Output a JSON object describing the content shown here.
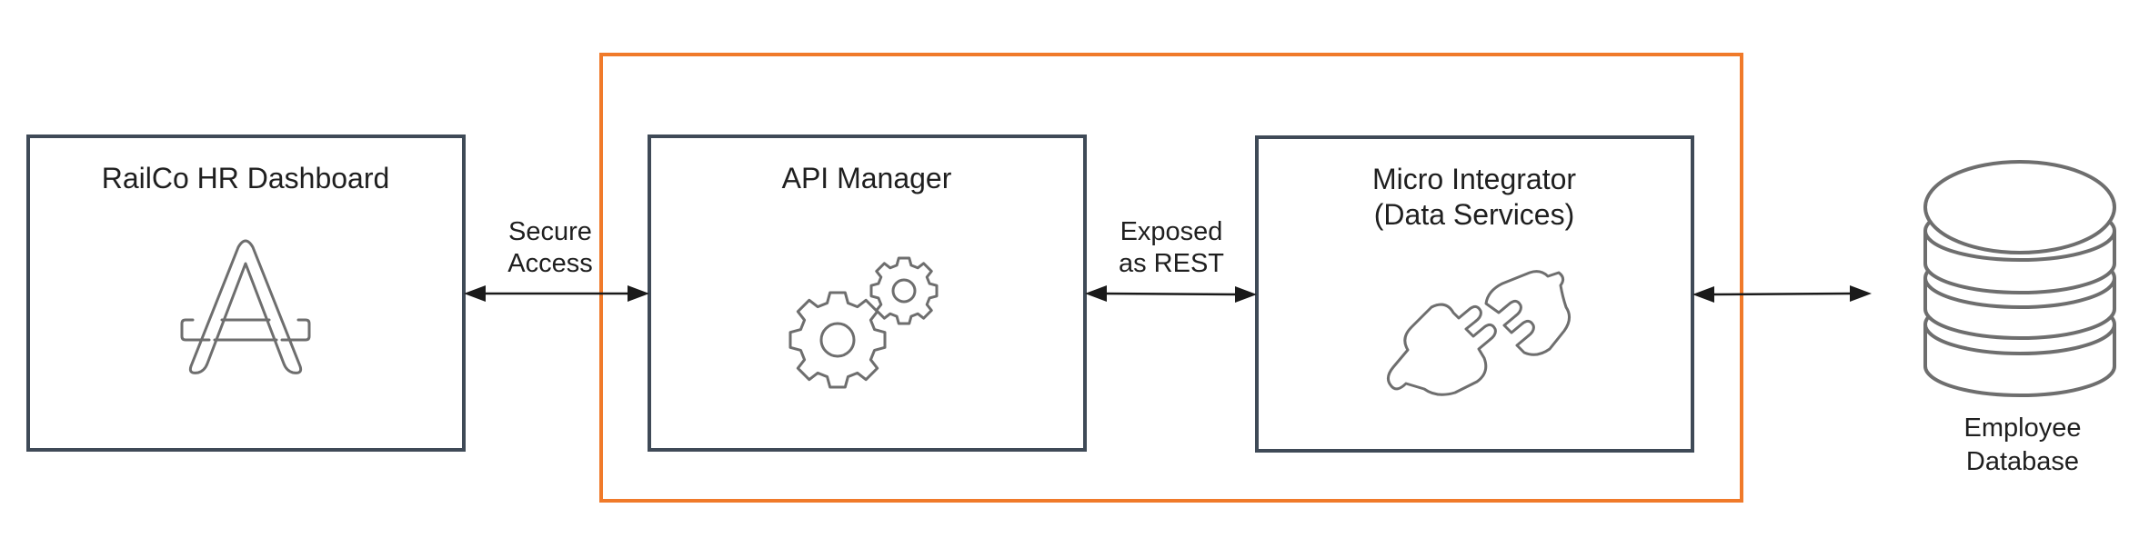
{
  "diagram": {
    "group": {
      "label": ""
    },
    "nodes": {
      "hr_dashboard": {
        "label": "RailCo HR Dashboard",
        "icon": "application-icon"
      },
      "api_manager": {
        "label": "API Manager",
        "icon": "gears-icon"
      },
      "micro_integrator": {
        "label_line1": "Micro Integrator",
        "label_line2": "(Data Services)",
        "icon": "plug-connector-icon"
      },
      "employee_db": {
        "label_line1": "Employee",
        "label_line2": "Database",
        "icon": "database-icon"
      }
    },
    "edges": {
      "secure_access": {
        "line1": "Secure",
        "line2": "Access",
        "direction": "bidirectional"
      },
      "exposed_rest": {
        "line1": "Exposed",
        "line2": "as REST",
        "direction": "bidirectional"
      },
      "db_link": {
        "direction": "bidirectional"
      }
    },
    "colors": {
      "group_border": "#f07a2a",
      "box_border": "#3f4a57",
      "icon_stroke": "#6e6e6e",
      "arrow": "#1a1a1a"
    }
  }
}
